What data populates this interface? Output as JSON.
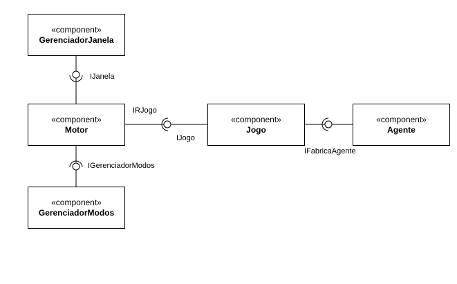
{
  "components": {
    "janela": {
      "stereotype": "«component»",
      "name": "GerenciadorJanela"
    },
    "motor": {
      "stereotype": "«component»",
      "name": "Motor"
    },
    "modos": {
      "stereotype": "«component»",
      "name": "GerenciadorModos"
    },
    "jogo": {
      "stereotype": "«component»",
      "name": "Jogo"
    },
    "agente": {
      "stereotype": "«component»",
      "name": "Agente"
    }
  },
  "interfaces": {
    "ijanela": "IJanela",
    "irjogo": "IRJogo",
    "ijogo": "IJogo",
    "igerenciadormodos": "IGerenciadorModos",
    "ifabricaagente": "IFabricaAgente"
  },
  "colors": {
    "stroke": "#000000",
    "fill": "#ffffff"
  }
}
